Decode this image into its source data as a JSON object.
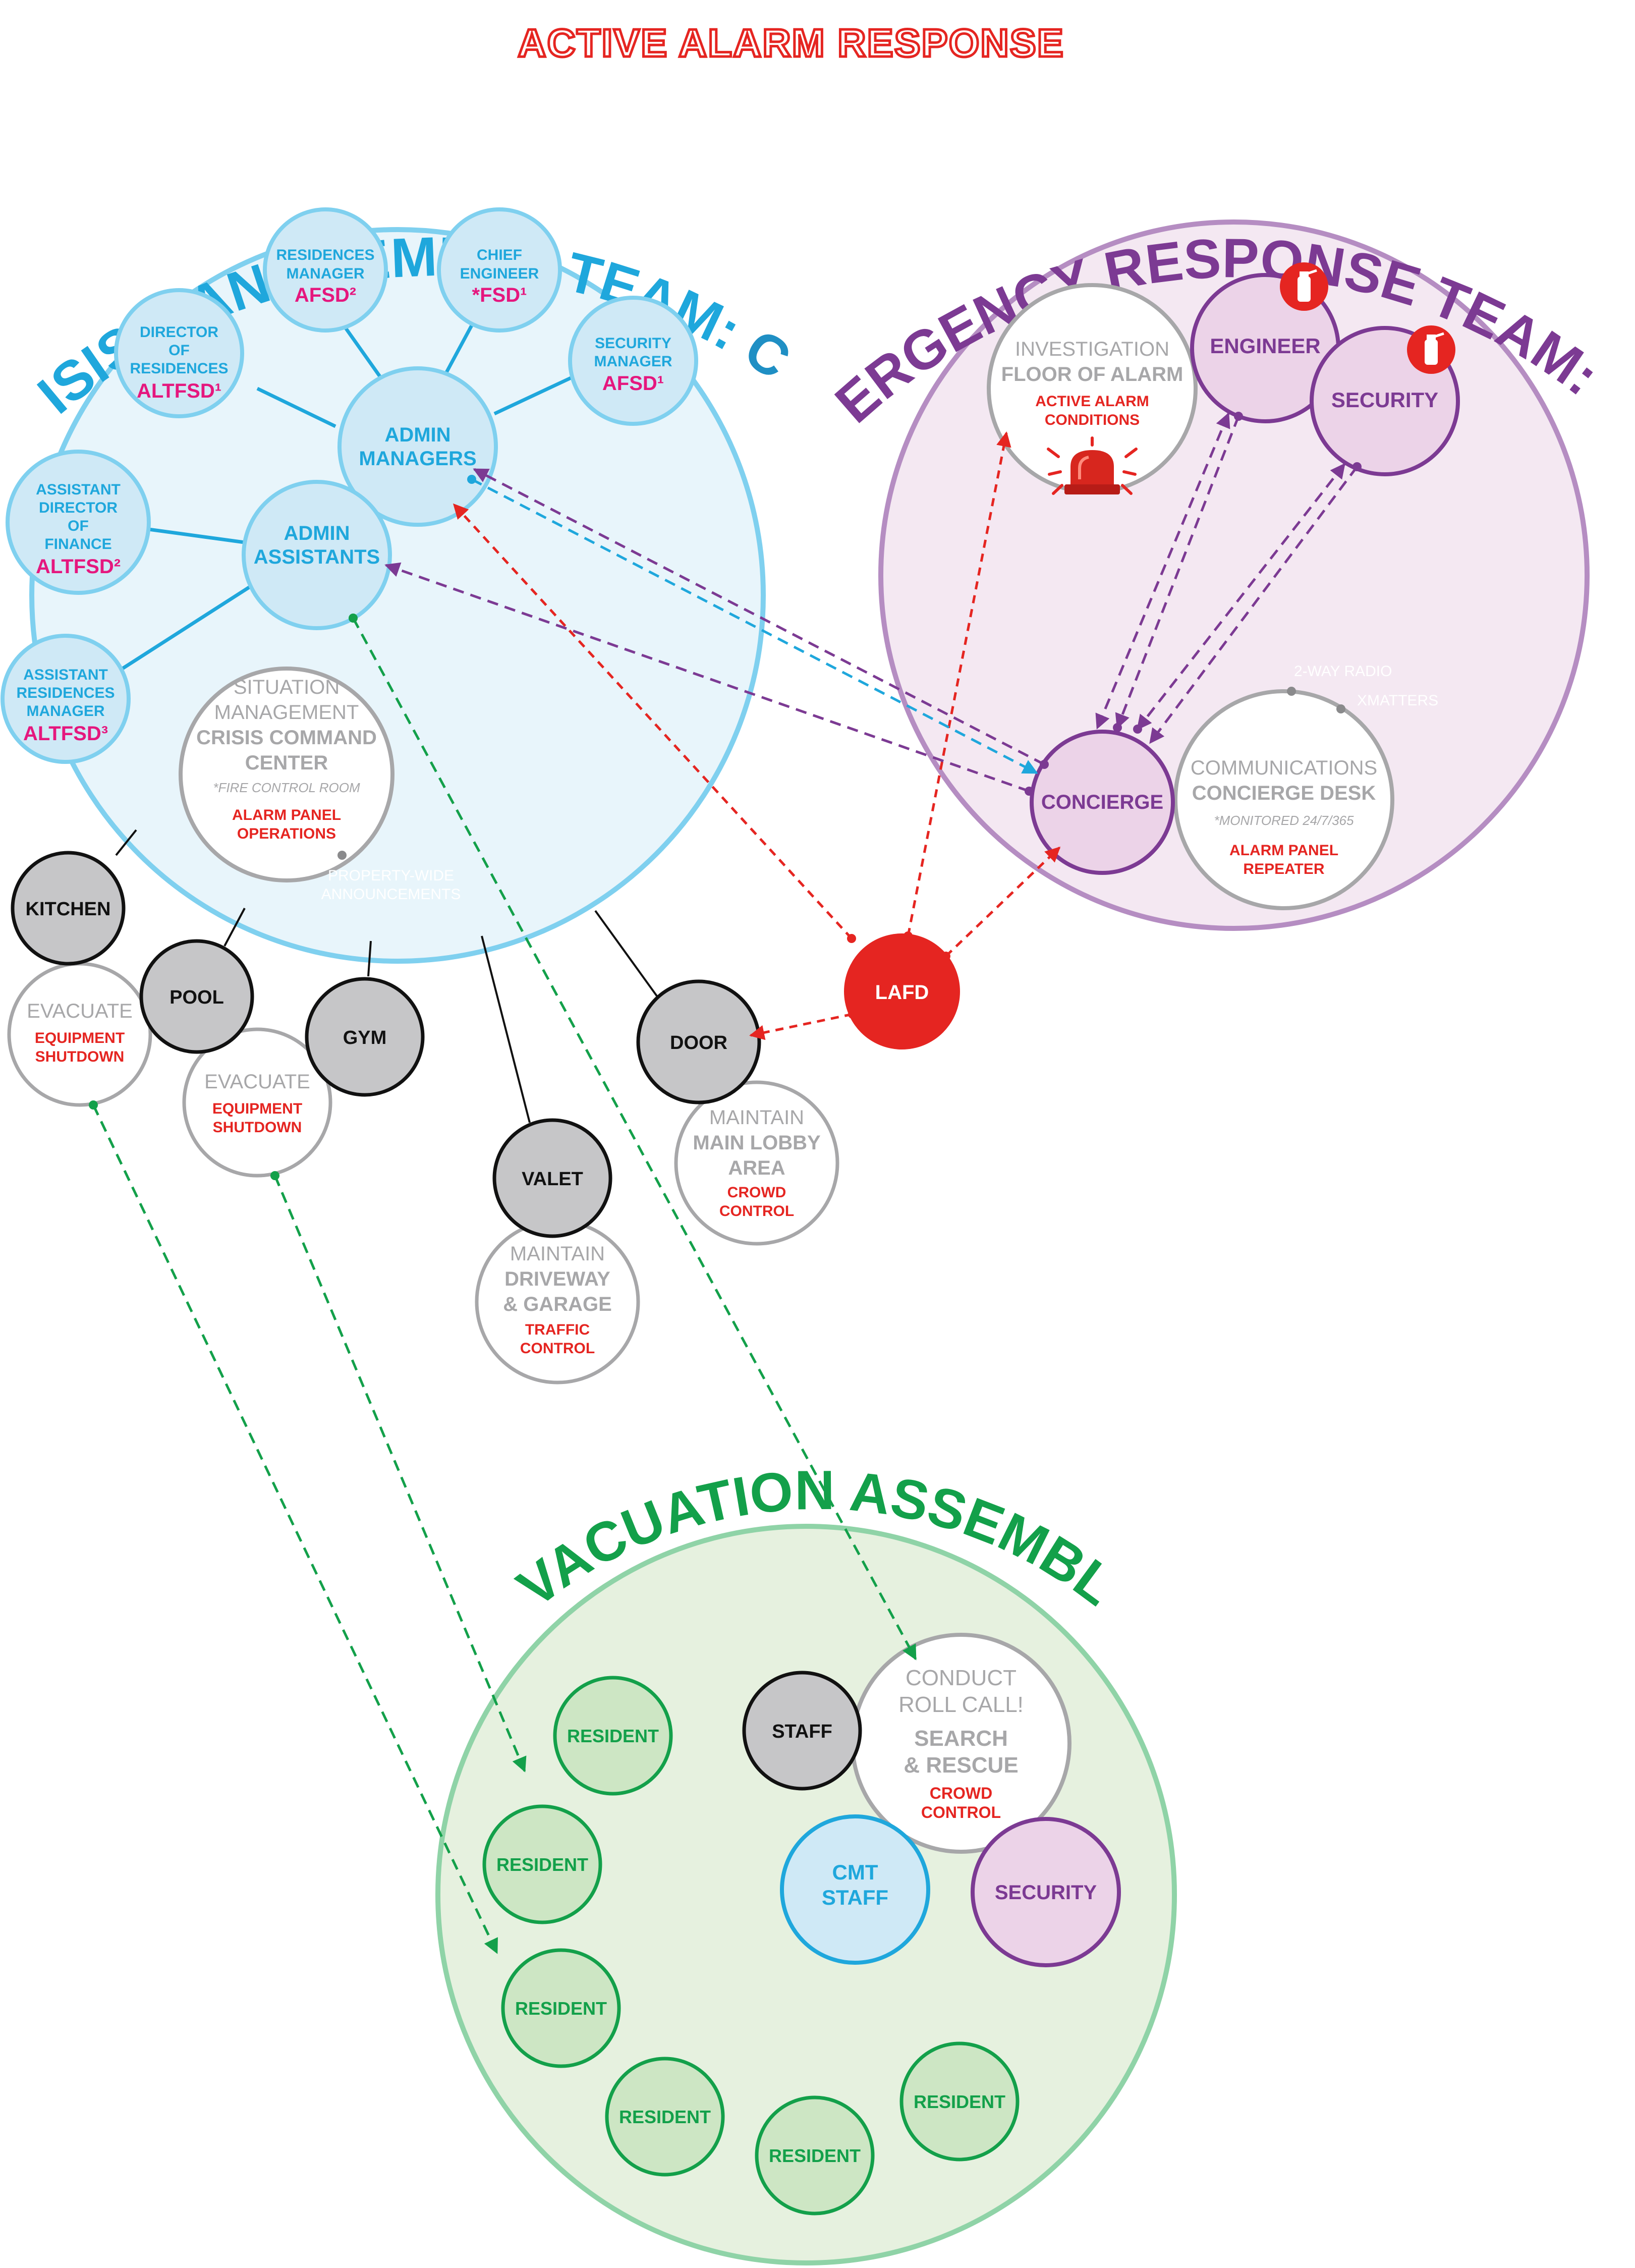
{
  "title": "ACTIVE ALARM RESPONSE",
  "cmt": {
    "title_text": "CRISIS MANAGEMENT TEAM: ",
    "title_accent": "CMT",
    "residences_manager": {
      "line1": "RESIDENCES",
      "line2": "MANAGER",
      "role": "AFSD²"
    },
    "chief_engineer": {
      "line1": "CHIEF",
      "line2": "ENGINEER",
      "role": "*FSD¹"
    },
    "director_of_residences": {
      "line1": "DIRECTOR",
      "line2": "OF",
      "line3": "RESIDENCES",
      "role": "ALTFSD¹"
    },
    "security_manager": {
      "line1": "SECURITY",
      "line2": "MANAGER",
      "role": "AFSD¹"
    },
    "admin_managers": {
      "line1": "ADMIN",
      "line2": "MANAGERS"
    },
    "admin_assistants": {
      "line1": "ADMIN",
      "line2": "ASSISTANTS"
    },
    "assistant_director_finance": {
      "line1": "ASSISTANT",
      "line2": "DIRECTOR",
      "line3": "OF",
      "line4": "FINANCE",
      "role": "ALTFSD²"
    },
    "assistant_residences_manager": {
      "line1": "ASSISTANT",
      "line2": "RESIDENCES",
      "line3": "MANAGER",
      "role": "ALTFSD³"
    },
    "situation": {
      "line1": "SITUATION",
      "line2": "MANAGEMENT",
      "line3": "CRISIS COMMAND",
      "line4": "CENTER",
      "note": "*FIRE CONTROL ROOM",
      "red1": "ALARM PANEL",
      "red2": "OPERATIONS",
      "announce1": "PROPERTY-WIDE",
      "announce2": "ANNOUNCEMENTS"
    }
  },
  "ert": {
    "title_text": "EMERGENCY RESPONSE TEAM: ",
    "title_accent": "ERT",
    "investigation": {
      "line1": "INVESTIGATION",
      "line2": "FLOOR OF ALARM",
      "red1": "ACTIVE ALARM",
      "red2": "CONDITIONS"
    },
    "engineer": "ENGINEER",
    "security": "SECURITY",
    "concierge": "CONCIERGE",
    "communications": {
      "line1": "COMMUNICATIONS",
      "line2": "CONCIERGE DESK",
      "note": "*MONITORED 24/7/365",
      "red1": "ALARM PANEL",
      "red2": "REPEATER"
    },
    "radio": "2-WAY RADIO",
    "xmatters": "XMATTERS"
  },
  "lafd": "LAFD",
  "departments": {
    "kitchen": "KITCHEN",
    "pool": "POOL",
    "gym": "GYM",
    "valet": "VALET",
    "door": "DOOR",
    "evacuate_1": {
      "line1": "EVACUATE",
      "red1": "EQUIPMENT",
      "red2": "SHUTDOWN"
    },
    "evacuate_2": {
      "line1": "EVACUATE",
      "red1": "EQUIPMENT",
      "red2": "SHUTDOWN"
    },
    "driveway": {
      "line1": "MAINTAIN",
      "line2": "DRIVEWAY",
      "line3": "& GARAGE",
      "red1": "TRAFFIC",
      "red2": "CONTROL"
    },
    "lobby": {
      "line1": "MAINTAIN",
      "line2": "MAIN LOBBY",
      "line3": "AREA",
      "red1": "CROWD",
      "red2": "CONTROL"
    }
  },
  "evacuation": {
    "title": "EVACUATION ASSEMBLY",
    "staff": "STAFF",
    "roll_call": {
      "line1": "CONDUCT",
      "line2": "ROLL CALL!",
      "line3": "SEARCH",
      "line4": "& RESCUE",
      "red1": "CROWD",
      "red2": "CONTROL"
    },
    "cmt_staff": {
      "line1": "CMT",
      "line2": "STAFF"
    },
    "security": "SECURITY",
    "resident": "RESIDENT"
  },
  "colors": {
    "red": "#e52521",
    "blue": "#1fa7dc",
    "blue_fill": "#e8f5fb",
    "blue_node": "#cfe9f6",
    "blue_stroke": "#7fd0ef",
    "magenta": "#e5177e",
    "purple": "#7c3a93",
    "purple_fill": "#f4e8f2",
    "purple_node": "#ecd3e8",
    "purple_stroke": "#b58dc2",
    "green": "#13a04a",
    "green_fill": "#e6f1df",
    "green_node": "#cde6c4",
    "green_stroke": "#8fd3a7",
    "gray": "#a7a7a9",
    "gray_node": "#c6c6c8"
  }
}
